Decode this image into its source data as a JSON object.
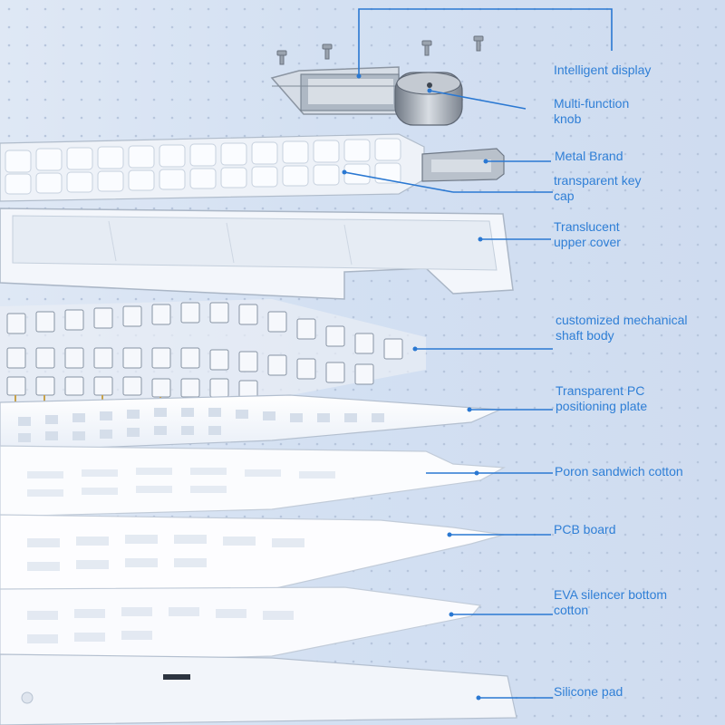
{
  "labels": {
    "intelligent_display": "Intelligent display",
    "knob_line1": "Multi-function",
    "knob_line2": "knob",
    "metal_brand": "Metal Brand",
    "keycap_line1": "transparent key",
    "keycap_line2": "cap",
    "upper_cover_line1": "Translucent",
    "upper_cover_line2": "upper cover",
    "shaft_line1": "customized mechanical",
    "shaft_line2": "shaft body",
    "pc_plate_line1": "Transparent PC",
    "pc_plate_line2": "positioning plate",
    "poron": "Poron sandwich cotton",
    "pcb": "PCB board",
    "eva_line1": "EVA silencer bottom",
    "eva_line2": "cotton",
    "silicone": "Silicone pad"
  },
  "colors": {
    "label_text": "#2f7fd6",
    "leader_line": "#2a78d2",
    "background": "#d3e0f2",
    "layer_fill": "#f7f9fc"
  }
}
